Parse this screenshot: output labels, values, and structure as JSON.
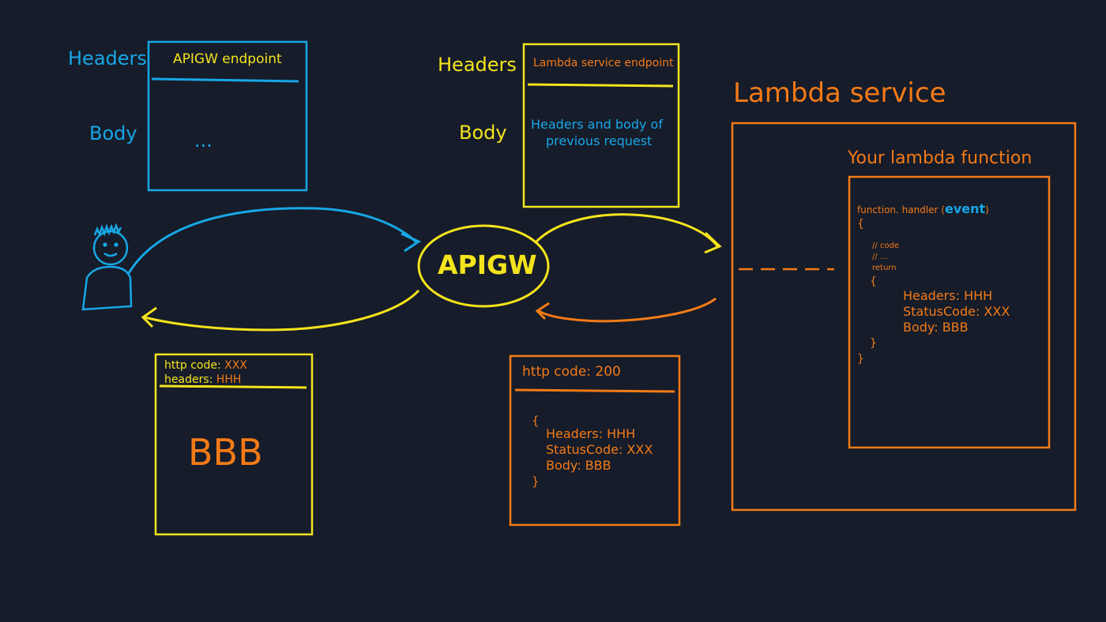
{
  "colors": {
    "background": "#161c2a",
    "blue": "#17a7e6",
    "yellow": "#f4e41c",
    "orange": "#f47a16"
  },
  "request_box": {
    "headers_label": "Headers",
    "body_label": "Body",
    "endpoint": "APIGW endpoint",
    "body_content": "..."
  },
  "forward_box": {
    "headers_label": "Headers",
    "body_label": "Body",
    "endpoint": "Lambda service endpoint",
    "body_line1": "Headers and body of",
    "body_line2": "previous request"
  },
  "apigw_label": "APIGW",
  "lambda_service": {
    "title": "Lambda service",
    "function_title": "Your lambda function",
    "code": {
      "signature": "function. handler (",
      "param": "event",
      "signature_close": ")",
      "open_brace": "{",
      "comment1": "// code",
      "comment2": "// ...",
      "return_kw": "return",
      "obj_open": "{",
      "headers": "Headers: HHH",
      "status": "StatusCode: XXX",
      "body": "Body: BBB",
      "obj_close": "}",
      "close_brace": "}"
    }
  },
  "lambda_response_box": {
    "http_code": "http code: 200",
    "open": "{",
    "headers": "Headers: HHH",
    "status": "StatusCode: XXX",
    "body": "Body: BBB",
    "close": "}"
  },
  "client_response_box": {
    "http_code_label": "http code: ",
    "http_code_value": "XXX",
    "headers_label": "headers: ",
    "headers_value": "HHH",
    "body": "BBB"
  }
}
